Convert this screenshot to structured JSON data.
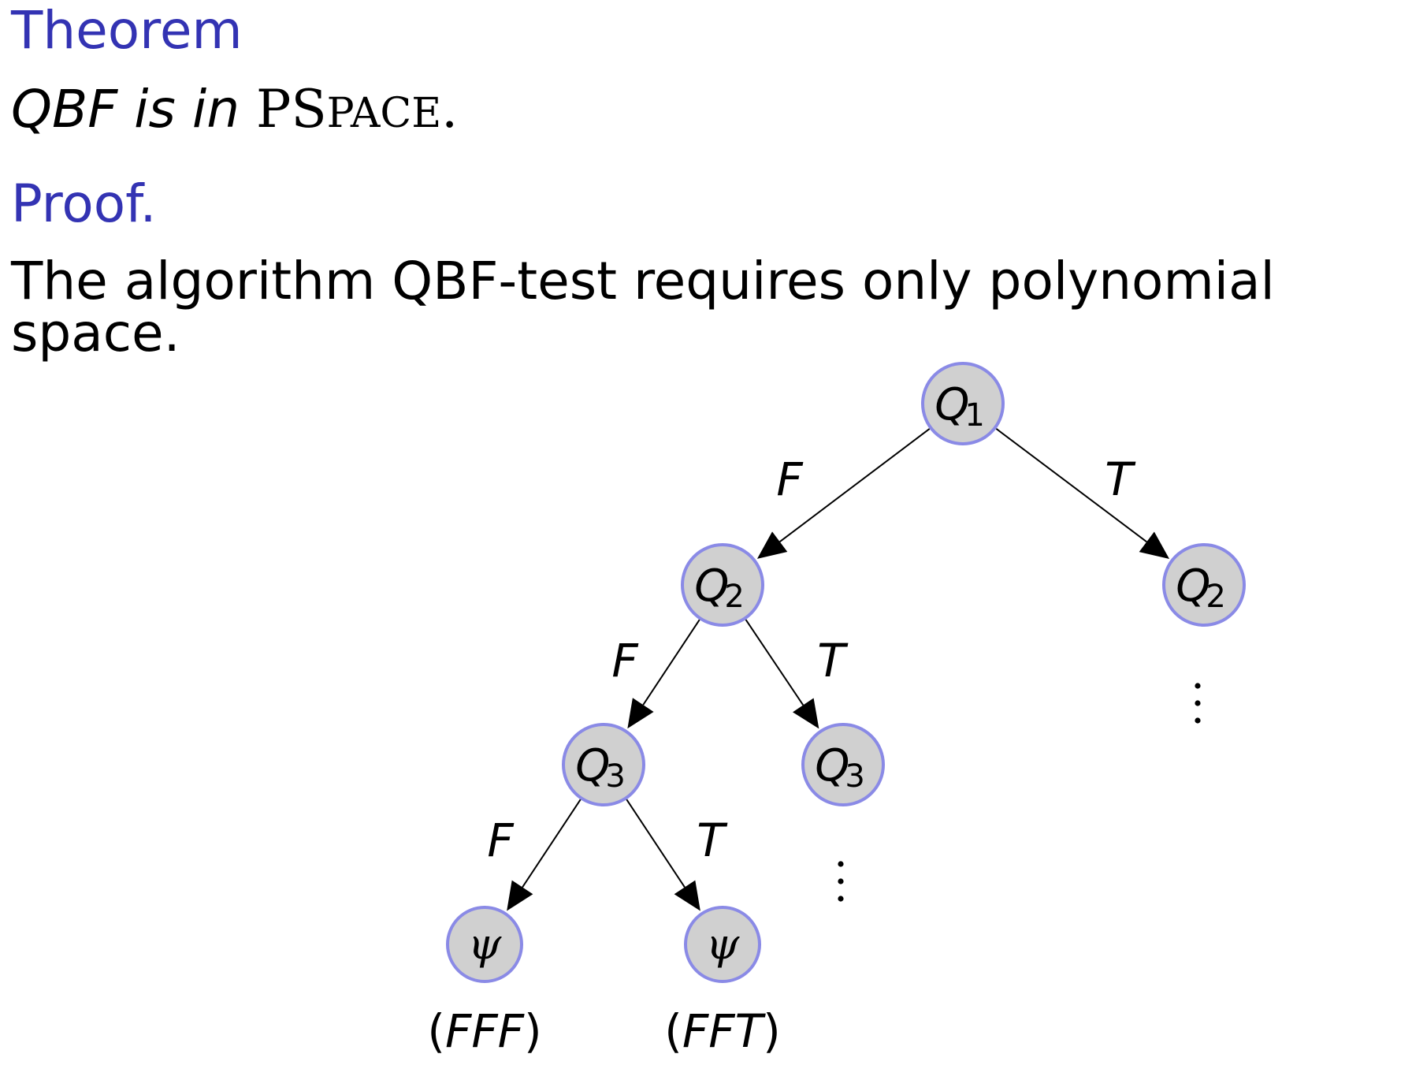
{
  "theorem": {
    "heading": "Theorem",
    "statement_pre": "QBF is in ",
    "statement_math_P": "PS",
    "statement_math_sc": "PACE",
    "statement_end": "."
  },
  "proof": {
    "heading": "Proof.",
    "body": "The algorithm QBF-test requires only polynomial space."
  },
  "tree": {
    "nodes": [
      {
        "id": "root",
        "letter": "Q",
        "sub": "1"
      },
      {
        "id": "l2",
        "letter": "Q",
        "sub": "2"
      },
      {
        "id": "r2",
        "letter": "Q",
        "sub": "2"
      },
      {
        "id": "l3",
        "letter": "Q",
        "sub": "3"
      },
      {
        "id": "m3",
        "letter": "Q",
        "sub": "3"
      },
      {
        "id": "leaf1",
        "symbol": "ψ"
      },
      {
        "id": "leaf2",
        "symbol": "ψ"
      }
    ],
    "edge_labels": {
      "root_l2": "F",
      "root_r2": "T",
      "l2_l3": "F",
      "l2_m3": "T",
      "l3_leaf1": "F",
      "l3_leaf2": "T"
    },
    "leaf_labels": [
      "FFF",
      "FFT"
    ],
    "paren_open": "(",
    "paren_close": ")"
  }
}
